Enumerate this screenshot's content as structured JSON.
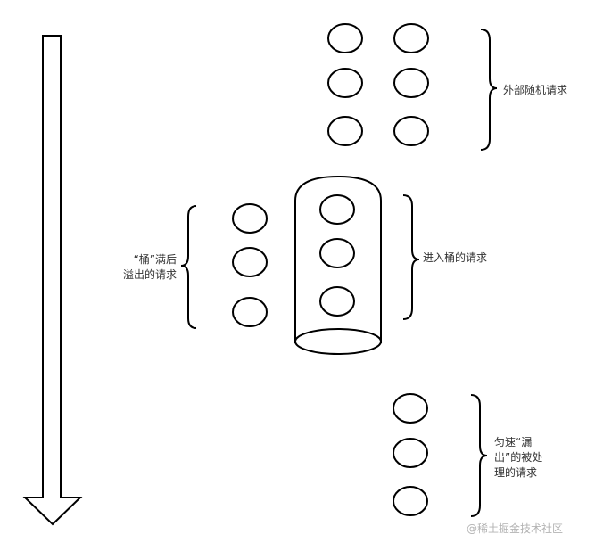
{
  "labels": {
    "external": "外部随机请求",
    "entered": "进入桶的请求",
    "overflow_line1": "“桶”满后",
    "overflow_line2": "溢出的请求",
    "leak_line1": "匀速“漏",
    "leak_line2": "出”的被处",
    "leak_line3": "理的请求"
  },
  "watermark": "@稀土掘金技术社区",
  "colors": {
    "stroke": "#000000",
    "fill": "#ffffff",
    "text": "#333333",
    "watermark": "#b3b3b3"
  }
}
